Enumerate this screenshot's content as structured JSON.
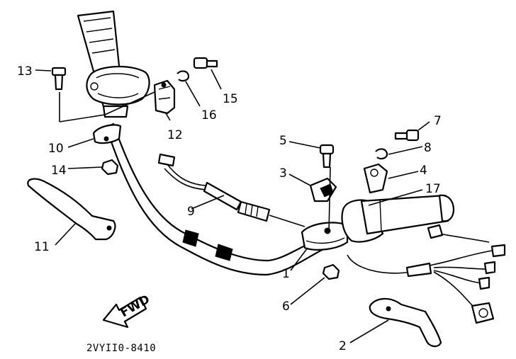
{
  "diagram": {
    "part_numbers": [
      "1",
      "2",
      "3",
      "4",
      "5",
      "6",
      "7",
      "8",
      "9",
      "10",
      "11",
      "12",
      "13",
      "14",
      "15",
      "16",
      "17"
    ],
    "drawing_code": "2VYII0-8410",
    "direction_badge": "FWD"
  }
}
